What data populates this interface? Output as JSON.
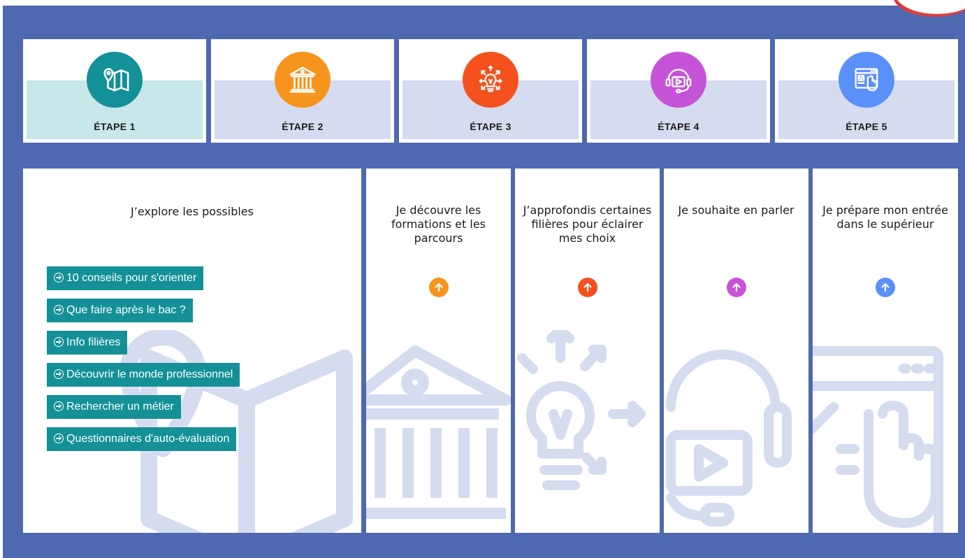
{
  "colors": {
    "frame": "#4f69b0",
    "step1": "#149098",
    "step2": "#f7941d",
    "step3": "#f4511e",
    "step4": "#c653d8",
    "step5": "#5b8ff9",
    "link_bg": "#149098",
    "watermark": "#d6dcef"
  },
  "steps": [
    {
      "label": "ÉTAPE 1",
      "icon": "map-pin-icon"
    },
    {
      "label": "ÉTAPE 2",
      "icon": "institution-building-icon"
    },
    {
      "label": "ÉTAPE 3",
      "icon": "lightbulb-ideas-icon"
    },
    {
      "label": "ÉTAPE 4",
      "icon": "headset-video-icon"
    },
    {
      "label": "ÉTAPE 5",
      "icon": "browser-touch-icon"
    }
  ],
  "panels": [
    {
      "title": "J’explore les possibles",
      "links": [
        "10 conseils pour s'orienter",
        "Que faire après le bac ?",
        "Info filières",
        "Découvrir le monde professionnel",
        "Rechercher un métier",
        "Questionnaires d'auto-évaluation"
      ]
    },
    {
      "title": "Je découvre les formations et les parcours"
    },
    {
      "title": "J’approfondis certaines filières pour éclairer mes choix"
    },
    {
      "title": "Je souhaite en parler"
    },
    {
      "title": "Je prépare mon entrée dans le supérieur"
    }
  ]
}
